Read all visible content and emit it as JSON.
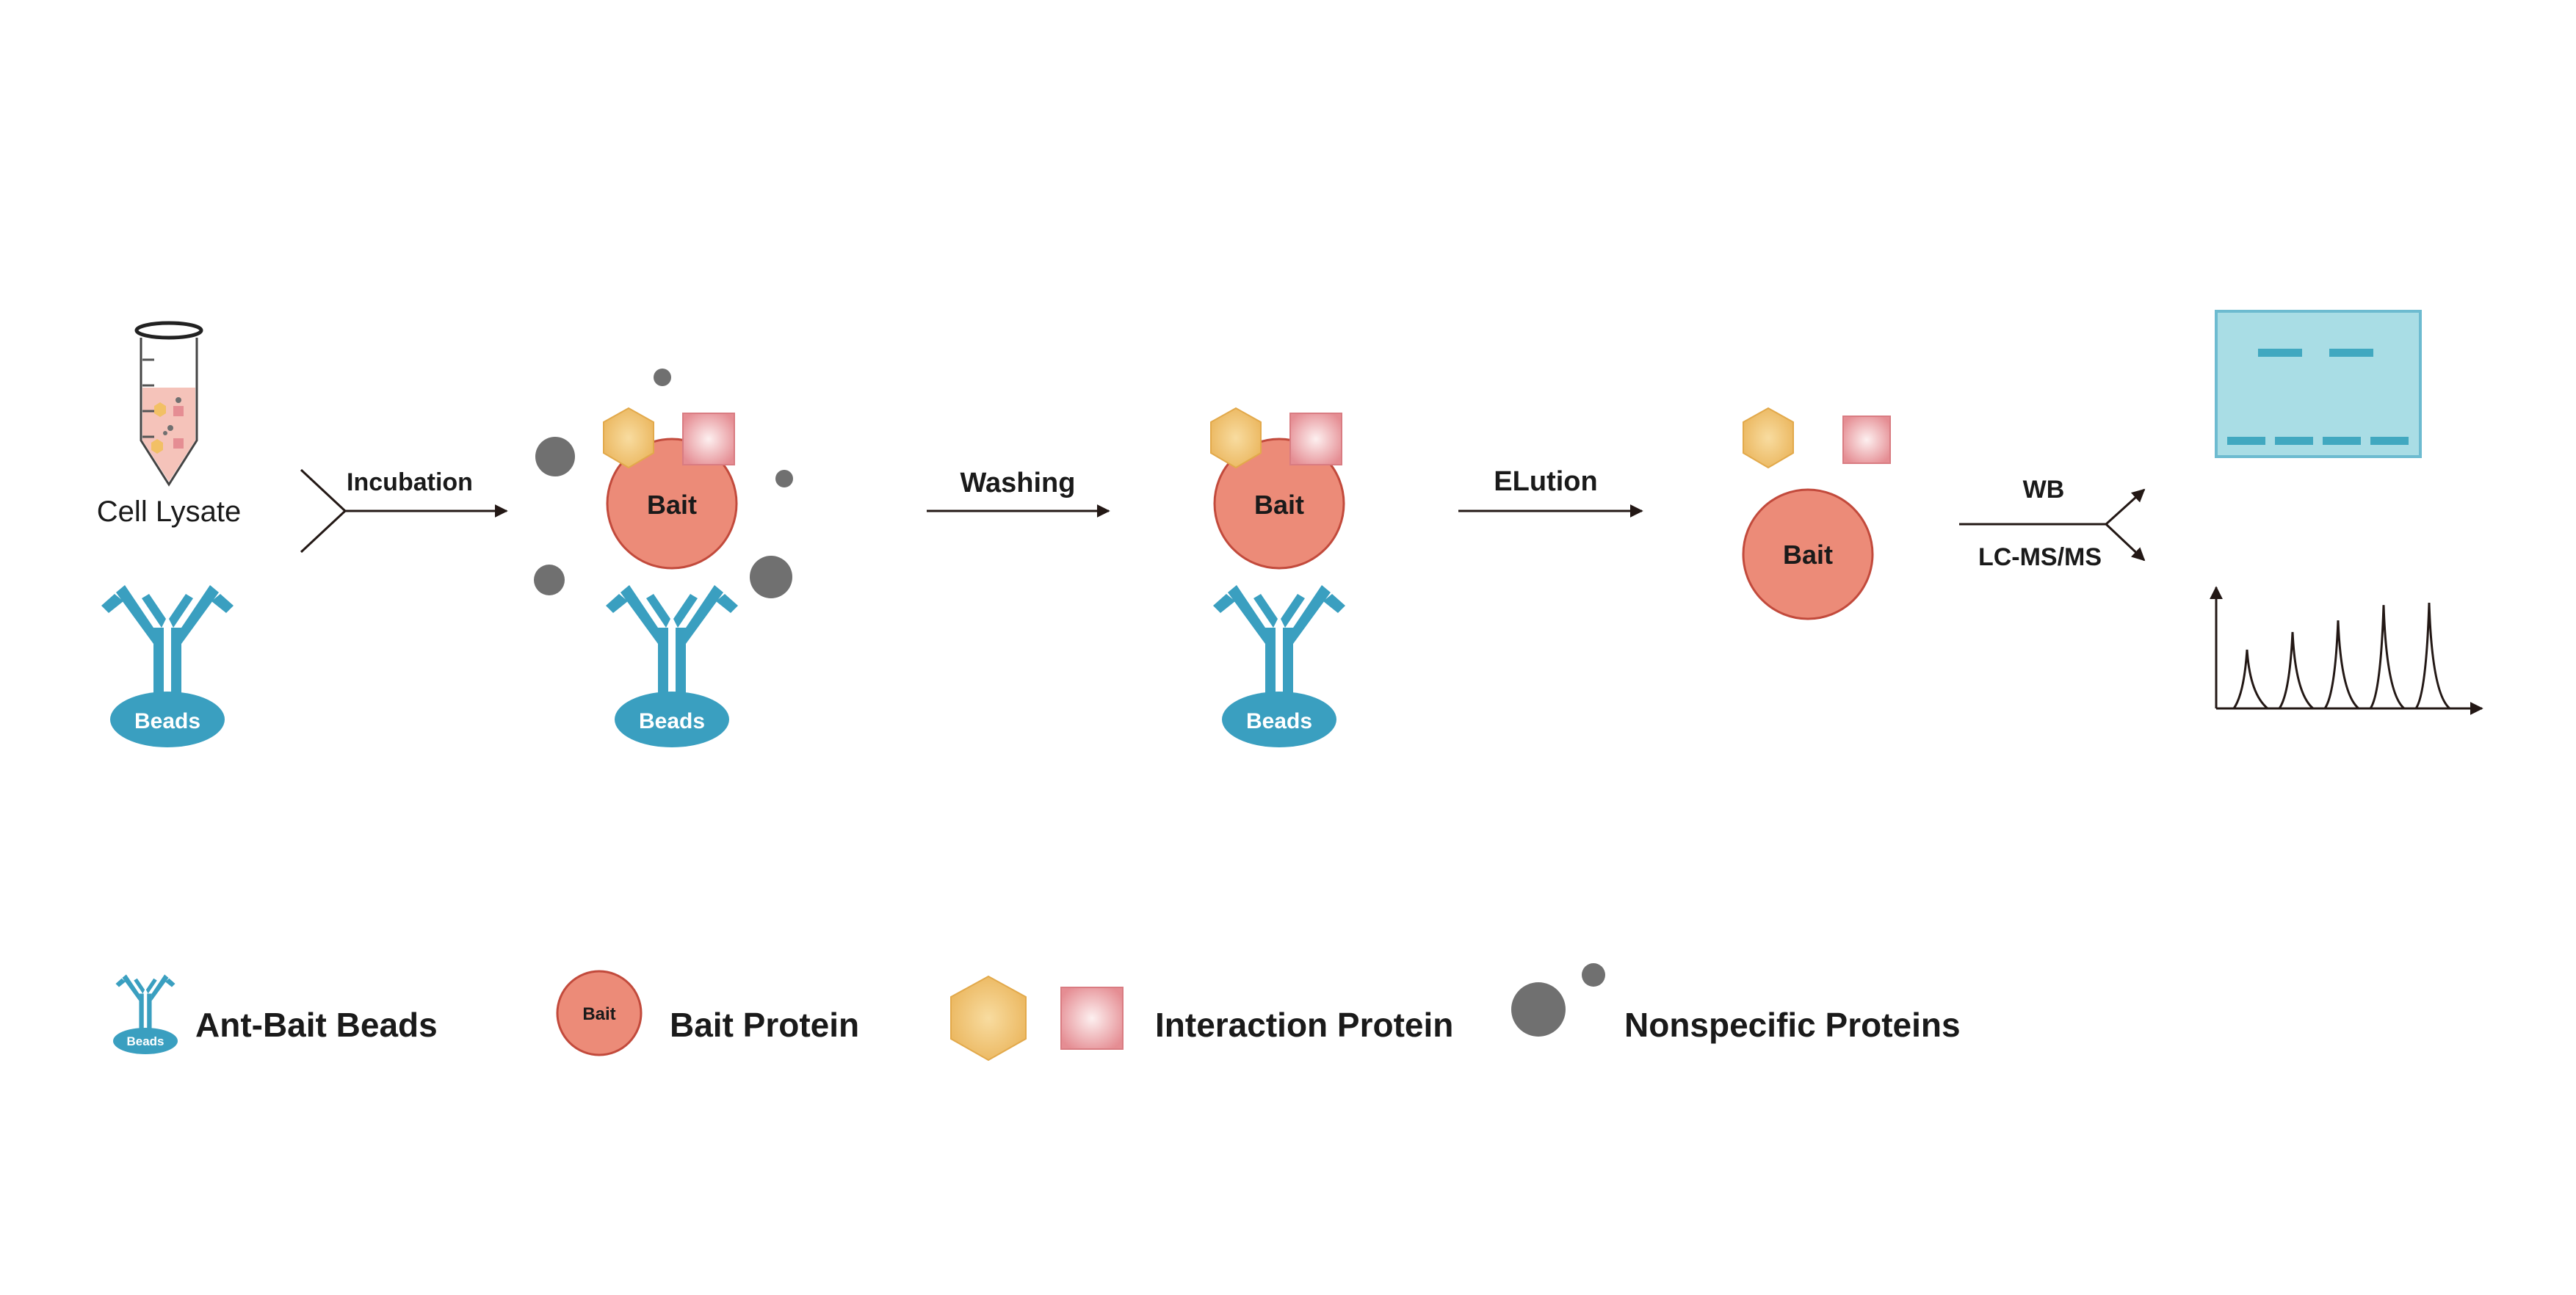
{
  "colors": {
    "antibody": "#3a9fc0",
    "bait_fill": "#ec8b78",
    "bait_stroke": "#c24a3c",
    "hexagon": "#f2c065",
    "square": "#ee9a9e",
    "nonspecific": "#707070",
    "gel": "#a9dde5",
    "gel_band": "#41a8c0",
    "arrow": "#231815",
    "tube_liquid": "#f5c3ba"
  },
  "steps": {
    "cell_lysate": "Cell Lysate",
    "incubation": "Incubation",
    "washing": "Washing",
    "elution": "ELution",
    "wb": "WB",
    "lcms": "LC-MS/MS"
  },
  "labels": {
    "beads": "Beads",
    "bait": "Bait"
  },
  "legend": {
    "beads_label": "Ant-Bait Beads",
    "bait_label": "Bait Protein",
    "interaction_label": "Interaction Protein",
    "nonspecific_label": "Nonspecific Proteins"
  },
  "chromatogram": {
    "peak_heights": [
      0.5,
      0.65,
      0.75,
      0.88,
      0.9
    ]
  }
}
